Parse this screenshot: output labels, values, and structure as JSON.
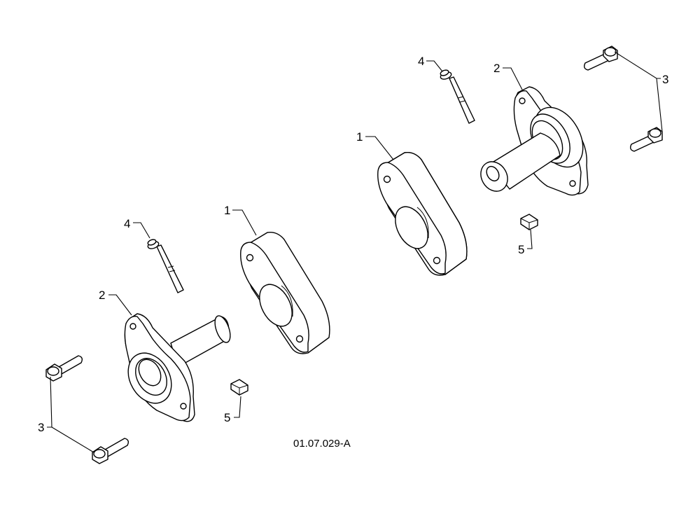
{
  "diagram": {
    "drawing_number": "01.07.029-A",
    "callouts": {
      "spacer_left": "1",
      "spacer_right": "1",
      "flange_left": "2",
      "flange_right": "2",
      "bolts_left": "3",
      "bolts_right": "3",
      "pin_left": "4",
      "pin_right": "4",
      "nut_left": "5",
      "nut_right": "5"
    }
  }
}
